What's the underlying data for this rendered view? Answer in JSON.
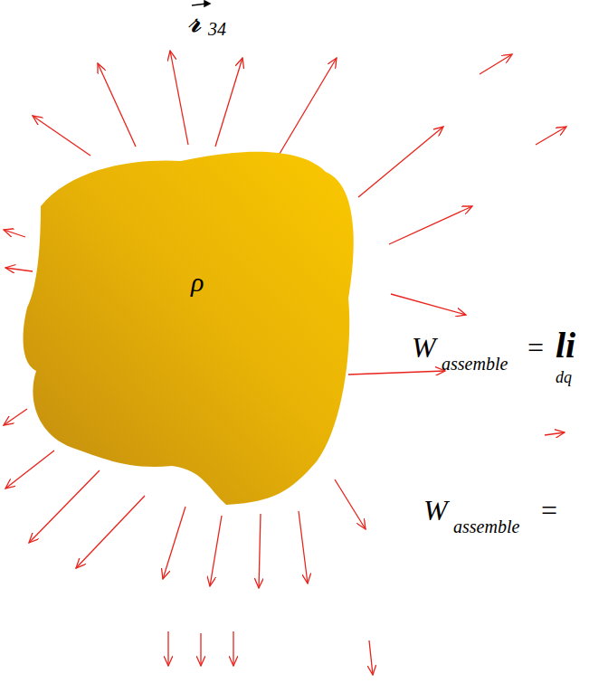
{
  "diagram": {
    "nodes": [
      {
        "text": [
          "ρ"
        ]
      }
    ],
    "edges": [],
    "labels": [
      "𝓻",
      "34",
      "W",
      "assemble",
      "=",
      "li",
      "dq",
      "W",
      "assemble",
      "="
    ]
  }
}
